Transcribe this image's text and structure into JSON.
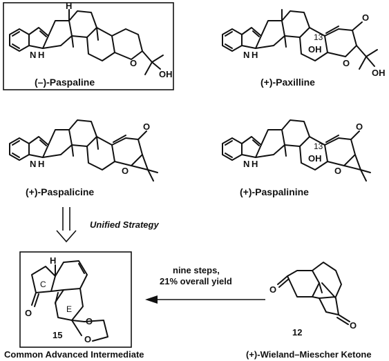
{
  "compounds": {
    "paspaline": {
      "name": "(–)-Paspaline",
      "oh": "OH",
      "nh": "H",
      "n": "N",
      "o": "O",
      "h": "H"
    },
    "paxilline": {
      "name": "(+)-Paxilline",
      "oh": "OH",
      "oh13": "OH",
      "pos": "13",
      "nh": "H",
      "n": "N",
      "o": "O"
    },
    "paspalicine": {
      "name": "(+)-Paspalicine",
      "nh": "H",
      "n": "N",
      "o": "O"
    },
    "paspalinine": {
      "name": "(+)-Paspalinine",
      "oh13": "OH",
      "pos": "13",
      "nh": "H",
      "n": "N",
      "o": "O"
    },
    "intermediate": {
      "name": "Common Advanced Intermediate",
      "number": "15",
      "ring_c": "C",
      "ring_e": "E",
      "o": "O"
    },
    "wieland": {
      "name": "(+)-Wieland–Miescher Ketone",
      "number": "12",
      "o": "O"
    }
  },
  "arrows": {
    "retro_label": "Unified Strategy",
    "forward_label_line1": "nine steps,",
    "forward_label_line2": "21% overall yield"
  }
}
